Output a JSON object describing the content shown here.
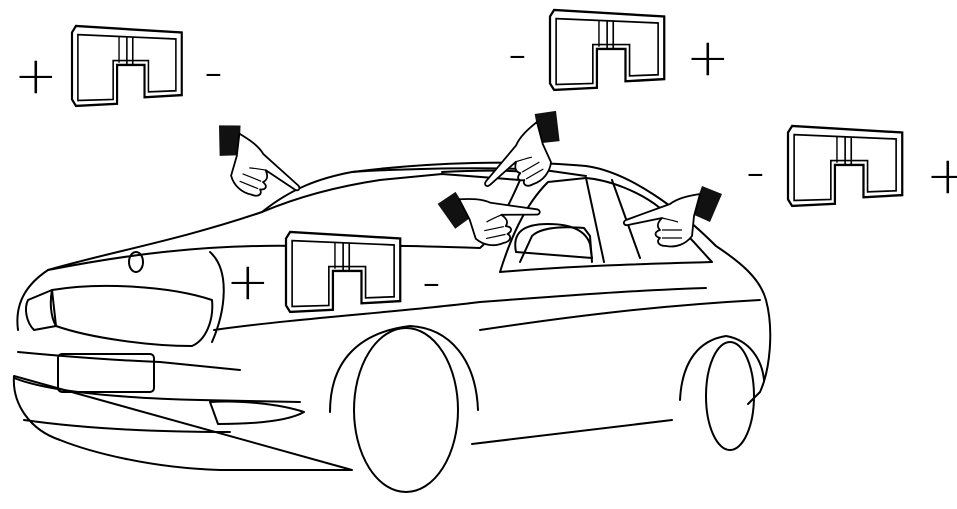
{
  "diagram": {
    "colors": {
      "stroke": "#000000",
      "background": "#ffffff",
      "hand": "#111111"
    },
    "polarity": {
      "plus": "+",
      "minus": "-"
    },
    "antennas": [
      {
        "id": "antenna-top-left",
        "left_sign": "+",
        "right_sign": "-"
      },
      {
        "id": "antenna-top-center",
        "left_sign": "-",
        "right_sign": "+"
      },
      {
        "id": "antenna-right",
        "left_sign": "-",
        "right_sign": "+"
      },
      {
        "id": "antenna-windshield",
        "left_sign": "+",
        "right_sign": "-"
      }
    ],
    "icons": [
      "car-outline",
      "pointing-hand-icon",
      "antenna-element-icon"
    ]
  }
}
